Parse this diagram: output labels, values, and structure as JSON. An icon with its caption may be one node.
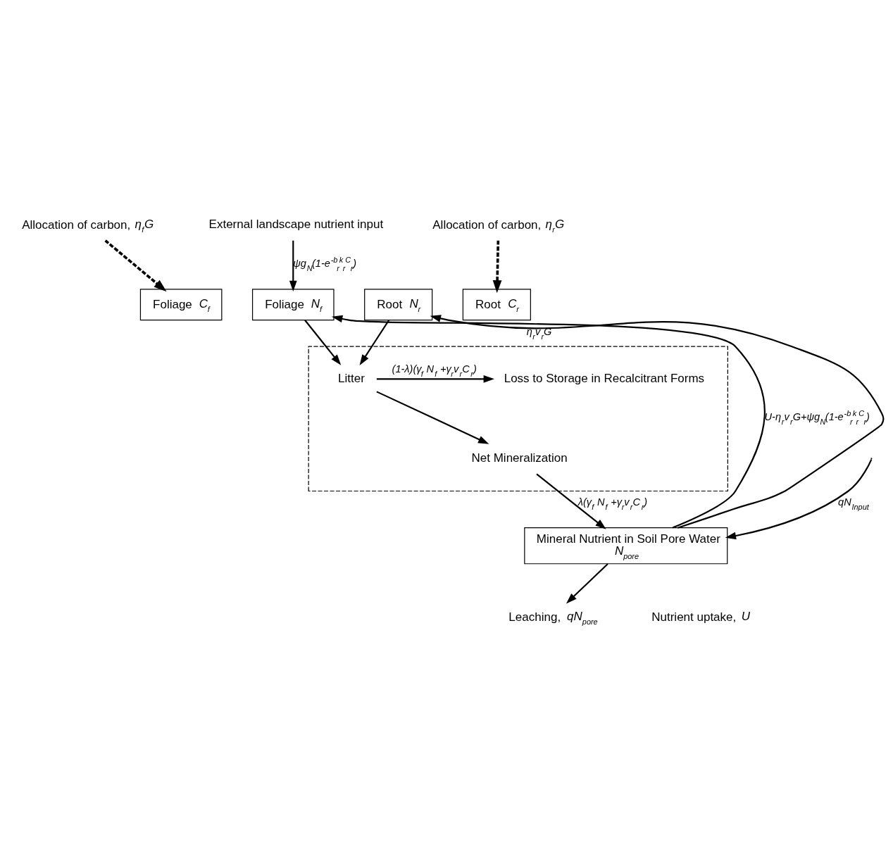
{
  "diagram": {
    "nodes": [
      {
        "text": [
          "External landscape nutrient input"
        ]
      },
      {
        "text": [
          "Allocation of carbon, *η$_{f}$G*"
        ]
      },
      {
        "text": [
          "Foliage *C$_{f}$*"
        ]
      },
      {
        "text": [
          "Foliage *N$_{f}$*"
        ]
      },
      {
        "text": [
          "Allocation of carbon, *η$_{r}$G*"
        ]
      },
      {
        "text": [
          "Root *N$_{r}$*"
        ]
      },
      {
        "text": [
          "Root *C$_{r}$*"
        ]
      },
      {
        "text": [],
        "shape": "box"
      },
      {
        "text": [
          "Litter"
        ],
        "in": 7
      },
      {
        "text": [
          "Net Mineralization"
        ],
        "in": 7
      },
      {
        "text": [
          "Loss to Storage in Recalcitrant Forms"
        ],
        "in": 7
      },
      {
        "text": [
          "Mineral Nutrient in Soil Pore Water",
          "*N$_{pore}$*"
        ]
      },
      {
        "text": [
          "Leaching, *qN$_{pore}$*"
        ]
      }
    ],
    "edges": [
      {
        "from": 0,
        "to": 3,
        "arrow": "to",
        "label": "*ψg$_{N}$(1-e$^{-b}$$_{r}$$^{k}$$_{r}$$^{C}$$_{r}$)*"
      },
      {
        "from": 1,
        "to": 2,
        "arrow": "to",
        "style": "dashed"
      },
      {
        "from": 11,
        "to": 3,
        "arrow": "to",
        "label": "*U-η$_{r}$v$_{r}$G+ψg$_{N}$(1-e$^{-b}$$_{r}$$^{k}$$_{r}$$^{C}$$_{r}$)*"
      },
      {
        "from": 11,
        "to": 5,
        "arrow": "to",
        "label": "*η$_{r}$v$_{r}$G*"
      },
      {
        "from": 4,
        "to": 6,
        "arrow": "to",
        "style": "dashed"
      },
      {
        "from": 3,
        "to": 8,
        "arrow": "to"
      },
      {
        "from": 5,
        "to": 8,
        "arrow": "to"
      },
      {
        "from": 8,
        "to": 10,
        "arrow": "to",
        "label": "*(1-λ)(γ$_{f}$ N$_{f}$ +γ$_{r}$v$_{r}$C$_{r}$)*"
      },
      {
        "from": 8,
        "to": 9,
        "arrow": "to"
      },
      {
        "from": 9,
        "to": 11,
        "arrow": "to",
        "label": "*λ(γ$_{f}$ N$_{f}$ +γ$_{r}$v$_{r}$C$_{r}$)*"
      },
      {
        "from": null,
        "to": 11,
        "arrow": "to",
        "label": "*qN$_{Input}$*"
      },
      {
        "from": 11,
        "to": 12,
        "arrow": "to"
      }
    ],
    "labels": [
      "Nutrient uptake, *U*"
    ]
  }
}
